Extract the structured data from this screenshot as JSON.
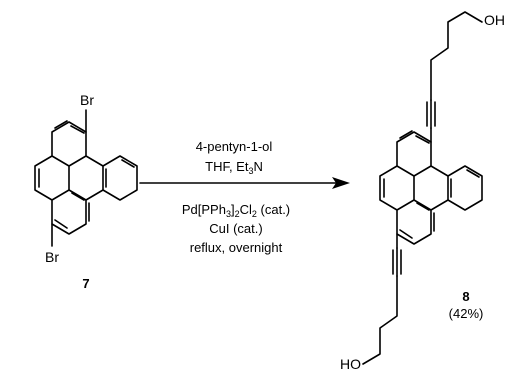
{
  "reactant": {
    "label": "7",
    "substituent_top": "Br",
    "substituent_bottom": "Br"
  },
  "conditions": {
    "reagent": "4-pentyn-1-ol",
    "solvent_a": "THF, Et",
    "solvent_sub": "3",
    "solvent_b": "N",
    "catalyst_a": "Pd[PPh",
    "catalyst_sub": "3",
    "catalyst_b": "]",
    "catalyst_sub2": "2",
    "catalyst_c": "Cl",
    "catalyst_sub3": "2",
    "catalyst_d": " (cat.)",
    "cocatalyst": "CuI (cat.)",
    "time": "reflux, overnight"
  },
  "product": {
    "label": "8",
    "yield": "(42%)",
    "group_top": "OH",
    "group_bottom": "HO"
  }
}
